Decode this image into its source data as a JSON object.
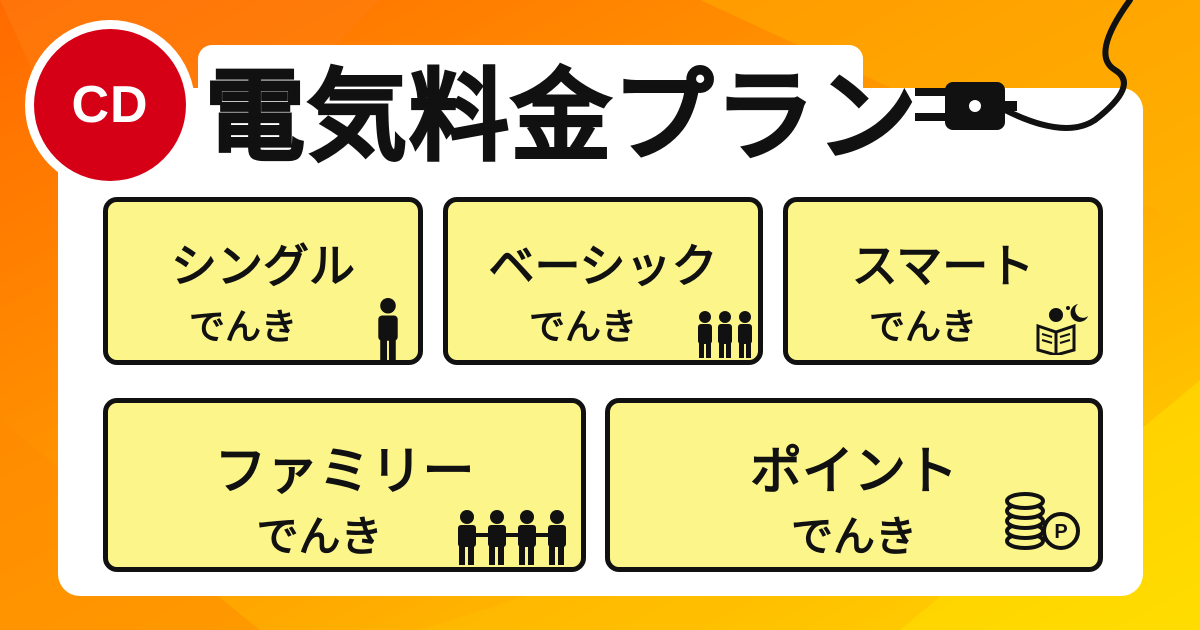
{
  "badge": {
    "text": "CD",
    "color": "#d60016"
  },
  "title": "電気料金プラン",
  "colors": {
    "accent_orange": "#ff7a00",
    "accent_yellow": "#ffd200",
    "card_fill": "#fcf68a",
    "outline": "#111111"
  },
  "plans": [
    {
      "name": "シングル",
      "sub": "でんき",
      "icon": "person-icon"
    },
    {
      "name": "ベーシック",
      "sub": "でんき",
      "icon": "group-of-three-icon"
    },
    {
      "name": "スマート",
      "sub": "でんき",
      "icon": "reading-night-icon"
    },
    {
      "name": "ファミリー",
      "sub": "でんき",
      "icon": "family-of-four-icon"
    },
    {
      "name": "ポイント",
      "sub": "でんき",
      "icon": "point-coins-icon"
    }
  ],
  "decor": {
    "plug": "power-plug-icon",
    "coin_letter": "P"
  }
}
